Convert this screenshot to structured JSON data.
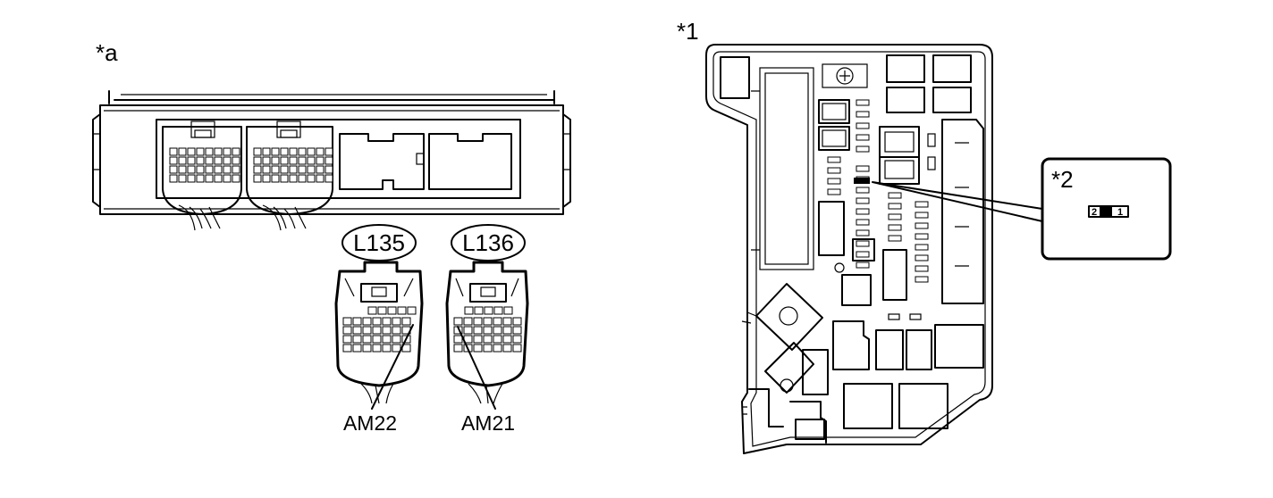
{
  "labels": {
    "ecu_label": "*a",
    "relay_block_label": "*1",
    "inset_label": "*2"
  },
  "connectors": [
    {
      "id": "L135",
      "terminal": "AM22"
    },
    {
      "id": "L136",
      "terminal": "AM21"
    }
  ],
  "inset_pins": [
    "2",
    "1"
  ]
}
